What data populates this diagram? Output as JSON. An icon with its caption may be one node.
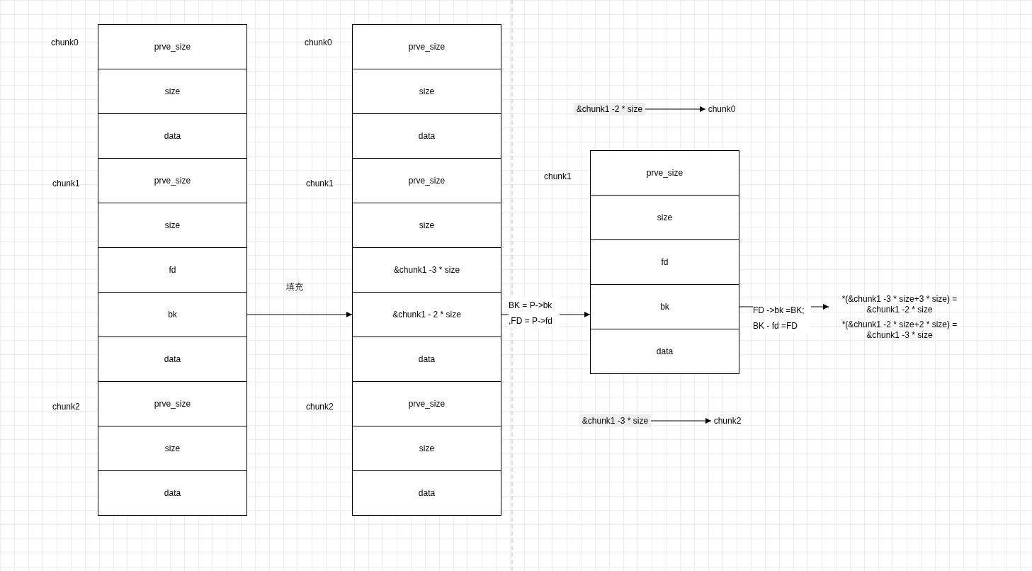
{
  "diagram": {
    "nodes": [
      {
        "text": [
          "prve_size"
        ],
        "beside": [
          "chunk0"
        ]
      },
      {
        "text": [
          "size"
        ]
      },
      {
        "text": [
          "data"
        ]
      },
      {
        "text": [
          "prve_size"
        ],
        "beside": [
          "chunk1"
        ]
      },
      {
        "text": [
          "size"
        ]
      },
      {
        "text": [
          "fd"
        ]
      },
      {
        "text": [
          "bk"
        ]
      },
      {
        "text": [
          "data"
        ]
      },
      {
        "text": [
          "prve_size"
        ],
        "beside": [
          "chunk2"
        ]
      },
      {
        "text": [
          "size"
        ]
      },
      {
        "text": [
          "data"
        ]
      },
      {
        "text": [
          "prve_size"
        ],
        "beside": [
          "chunk0"
        ]
      },
      {
        "text": [
          "size"
        ]
      },
      {
        "text": [
          "data"
        ]
      },
      {
        "text": [
          "prve_size"
        ],
        "beside": [
          "chunk1"
        ]
      },
      {
        "text": [
          "size"
        ]
      },
      {
        "text": [
          "&chunk1 -3 * size"
        ]
      },
      {
        "text": [
          "&chunk1 - 2 * size"
        ]
      },
      {
        "text": [
          "data"
        ]
      },
      {
        "text": [
          "prve_size"
        ],
        "beside": [
          "chunk2"
        ]
      },
      {
        "text": [
          "size"
        ]
      },
      {
        "text": [
          "data"
        ]
      },
      {
        "text": [
          "prve_size"
        ],
        "beside": [
          "chunk1"
        ]
      },
      {
        "text": [
          "size"
        ]
      },
      {
        "text": [
          "fd"
        ]
      },
      {
        "text": [
          "bk"
        ]
      },
      {
        "text": [
          "data"
        ]
      },
      {
        "text": [
          "&chunk1 -2 * size"
        ]
      },
      {
        "text": [
          "chunk0"
        ]
      },
      {
        "text": [
          "&chunk1 -3 * size"
        ]
      },
      {
        "text": [
          "chunk2"
        ]
      },
      {
        "text": [
          "*(&chunk1 -3 * size+3 * size) = &chunk1 -2 * size",
          "*(&chunk1 -2 * size+2 * size) = &chunk1 -3 * size"
        ]
      }
    ],
    "edges": [
      {
        "from": 6,
        "to": 17,
        "arrow": "to"
      },
      {
        "from": 17,
        "to": 25,
        "arrow": "to",
        "label": "BK = P->bk ,FD = P->fd"
      },
      {
        "from": 25,
        "to": 31,
        "arrow": "to",
        "label": "FD ->bk =BK; BK - fd =FD"
      },
      {
        "from": 27,
        "to": 28,
        "arrow": "to"
      },
      {
        "from": 29,
        "to": 30,
        "arrow": "to"
      }
    ],
    "labels": [
      "填充"
    ]
  }
}
